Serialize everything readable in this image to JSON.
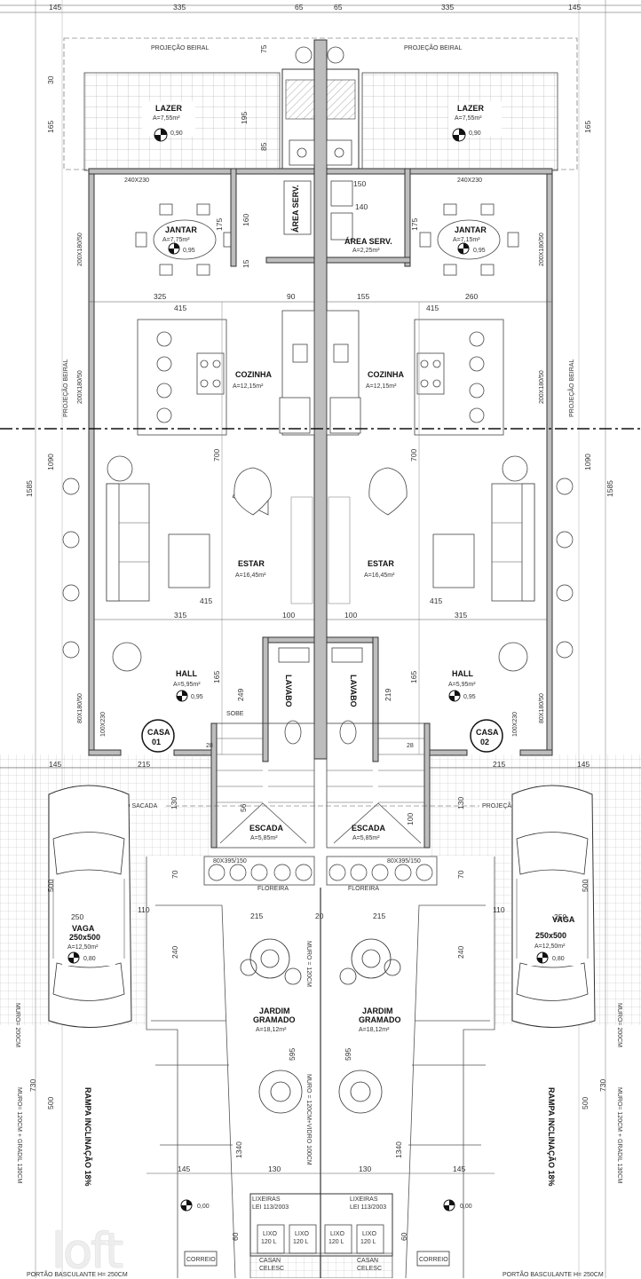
{
  "top_dims": [
    "145",
    "335",
    "65",
    "65",
    "335",
    "145"
  ],
  "beiral": "PROJEÇÃO BEIRAL",
  "beiral_side": "PROJEÇÃO BEIRAL",
  "rooms": {
    "lazer_l": {
      "name": "LAZER",
      "area": "A=7,55m²",
      "level": "0,90"
    },
    "lazer_r": {
      "name": "LAZER",
      "area": "A=7,55m²",
      "level": "0,90"
    },
    "jantar_l": {
      "name": "JANTAR",
      "area": "A=7,75m²",
      "level": "0,95"
    },
    "jantar_r": {
      "name": "JANTAR",
      "area": "A=7,15m²",
      "level": "0,95"
    },
    "area_serv_l": {
      "name": "ÁREA SERV."
    },
    "area_serv_r": {
      "name": "ÁREA SERV.",
      "area": "A=2,25m²"
    },
    "cozinha_l": {
      "name": "COZINHA",
      "area": "A=12,15m²"
    },
    "cozinha_r": {
      "name": "COZINHA",
      "area": "A=12,15m²"
    },
    "estar_l": {
      "name": "ESTAR",
      "area": "A=16,45m²"
    },
    "estar_r": {
      "name": "ESTAR",
      "area": "A=16,45m²"
    },
    "hall_l": {
      "name": "HALL",
      "area": "A=5,95m²",
      "level": "0,95"
    },
    "hall_r": {
      "name": "HALL",
      "area": "A=5,95m²",
      "level": "0,95"
    },
    "lavabo_l": {
      "name": "LAVABO"
    },
    "lavabo_r": {
      "name": "LAVABO"
    },
    "escada_l": {
      "name": "ESCADA",
      "area": "A=5,85m²"
    },
    "escada_r": {
      "name": "ESCADA",
      "area": "A=5,85m²"
    },
    "vaga_l": {
      "name": "VAGA",
      "size": "250x500",
      "area": "A=12,50m²",
      "level": "0,80"
    },
    "vaga_r": {
      "name": "VAGA",
      "size": "250x500",
      "area": "A=12,50m²",
      "level": "0,80"
    },
    "jardim_l": {
      "name": "JARDIM",
      "name2": "GRAMADO",
      "area": "A=18,12m²"
    },
    "jardim_r": {
      "name": "JARDIM",
      "name2": "GRAMADO",
      "area": "A=18,12m²"
    }
  },
  "casa_l": {
    "line1": "CASA",
    "line2": "01"
  },
  "casa_r": {
    "line1": "CASA",
    "line2": "02"
  },
  "window_top": "240X230",
  "window_side": "200X180/50",
  "window_hall": "80X180/50",
  "door_small": "100X230",
  "projecao_sacada": "PROJEÇÃO SACADA",
  "floreira": "FLOREIRA",
  "floreira_dim": "80X395/150",
  "sobe": "SOBE",
  "muro_center": "MURO = 120CM",
  "muro_center2": "MURO = 120CM+VIDRO 100CM",
  "muro_side": "MURO= 200CM",
  "muro_side2": "MURO= 120CM + GRADIL 130CM",
  "rampa": "RAMPA INCLINAÇÃO 18%",
  "lixeiras": "LIXEIRAS",
  "lei": "LEI 113/2003",
  "lixo": "LIXO",
  "lixo_vol": "120 L",
  "casan": "CASAN",
  "celesc": "CELESC",
  "correio": "CORREIO",
  "portao": "PORTÃO BASCULANTE  H= 250CM",
  "level_bottom": "0,00",
  "dims": {
    "d30": "30",
    "d165": "165",
    "d195": "195",
    "d75": "75",
    "d85": "85",
    "d175": "175",
    "d160": "160",
    "d15": "15",
    "d325": "325",
    "d260": "260",
    "d415": "415",
    "d90": "90",
    "d155": "155",
    "d140": "140",
    "d150": "150",
    "d700": "700",
    "d1090": "1090",
    "d1585": "1585",
    "d315": "315",
    "d100": "100",
    "d249": "249",
    "d219": "219",
    "d28": "28",
    "d215": "215",
    "d130": "130",
    "d56": "56",
    "d70": "70",
    "d500": "500",
    "d250": "250",
    "d110": "110",
    "d20": "20",
    "d240": "240",
    "d595": "595",
    "d730": "730",
    "d145": "145",
    "d1340": "1340",
    "d60": "60"
  }
}
